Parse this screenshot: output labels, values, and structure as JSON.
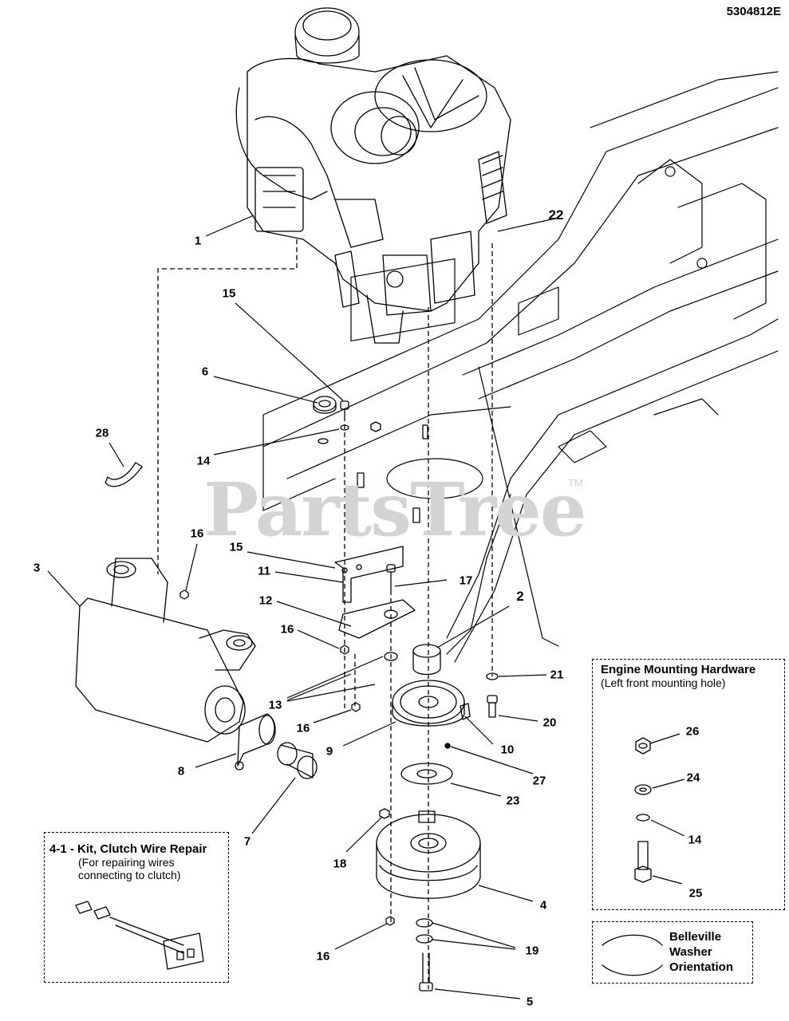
{
  "diagram_code": "5304812E",
  "watermark": "PartsTree",
  "watermark_tm": "TM",
  "callouts": {
    "c1": "1",
    "c2": "2",
    "c3": "3",
    "c4": "4",
    "c5": "5",
    "c6": "6",
    "c7": "7",
    "c8": "8",
    "c9": "9",
    "c10": "10",
    "c11": "11",
    "c12": "12",
    "c13": "13",
    "c14a": "14",
    "c14b": "14",
    "c15a": "15",
    "c15b": "15",
    "c16a": "16",
    "c16b": "16",
    "c16c": "16",
    "c16d": "16",
    "c17": "17",
    "c18": "18",
    "c19": "19",
    "c20": "20",
    "c21": "21",
    "c22": "22",
    "c23": "23",
    "c24": "24",
    "c25": "25",
    "c26": "26",
    "c27": "27",
    "c28": "28"
  },
  "engine_hardware_box": {
    "title": "Engine Mounting Hardware",
    "subtitle": "(Left front mounting hole)"
  },
  "clutch_kit_box": {
    "title": "4-1 - Kit, Clutch Wire Repair",
    "line1": "(For repairing wires",
    "line2": "connecting to clutch)"
  },
  "belleville_box": {
    "line1": "Belleville",
    "line2": "Washer",
    "line3": "Orientation"
  }
}
